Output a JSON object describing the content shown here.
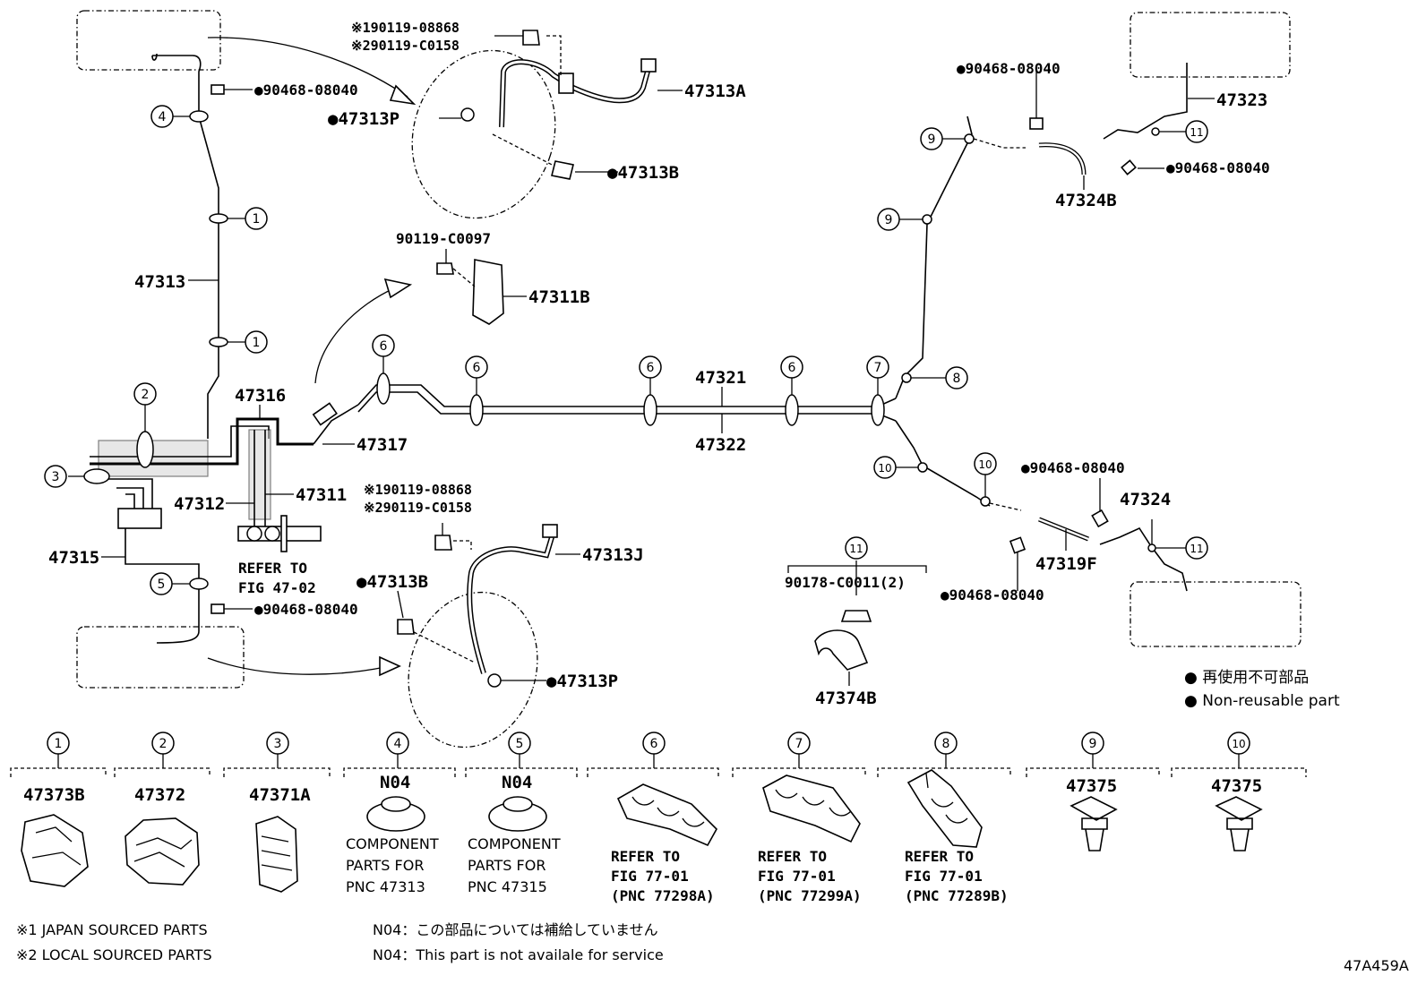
{
  "diagram": {
    "code": "47A459A",
    "part_labels": {
      "p47313": "47313",
      "p47313A": "47313A",
      "p47313P_top": "●47313P",
      "p47313B_top": "●47313B",
      "p47313B_bot": "●47313B",
      "p47313P_bot": "●47313P",
      "p47313J": "47313J",
      "p47311B": "47311B",
      "c90119_0097": "90119-C0097",
      "p47316": "47316",
      "p47317": "47317",
      "p47312": "47312",
      "p47311": "47311",
      "p47315": "47315",
      "p47321": "47321",
      "p47322": "47322",
      "p47323": "47323",
      "p47324B": "47324B",
      "p47324": "47324",
      "p47319F": "47319F",
      "p47374B": "47374B",
      "c90178": "90178-C0011(2)",
      "c90468_a": "●90468-08040",
      "c90468_b": "●90468-08040",
      "c90468_c": "●90468-08040",
      "c90468_d": "●90468-08040",
      "c90468_e": "●90468-08040",
      "c90468_f": "●90468-08040",
      "top_note1": "※190119-08868",
      "top_note2": "※290119-C0158",
      "mid_note1": "※190119-08868",
      "mid_note2": "※290119-C0158",
      "refer_line1": "REFER TO",
      "refer_line2": "FIG 47-02"
    },
    "callouts": {
      "c1": "1",
      "c2": "2",
      "c3": "3",
      "c4": "4",
      "c5": "5",
      "c6": "6",
      "c7": "7",
      "c8": "8",
      "c9": "9",
      "c10": "10",
      "c11": "11"
    },
    "legend": {
      "jp": "● 再使用不可部品",
      "en": "● Non-reusable part"
    },
    "bottom_parts": [
      {
        "num": "1",
        "label": "47373B",
        "desc": []
      },
      {
        "num": "2",
        "label": "47372",
        "desc": []
      },
      {
        "num": "3",
        "label": "47371A",
        "desc": []
      },
      {
        "num": "4",
        "label": "N04",
        "desc": [
          "COMPONENT",
          "PARTS FOR",
          "PNC 47313"
        ]
      },
      {
        "num": "5",
        "label": "N04",
        "desc": [
          "COMPONENT",
          "PARTS FOR",
          "PNC 47315"
        ]
      },
      {
        "num": "6",
        "label": "",
        "desc": [
          "REFER TO",
          "FIG 77-01",
          "(PNC 77298A)"
        ]
      },
      {
        "num": "7",
        "label": "",
        "desc": [
          "REFER TO",
          "FIG 77-01",
          "(PNC 77299A)"
        ]
      },
      {
        "num": "8",
        "label": "",
        "desc": [
          "REFER TO",
          "FIG 77-01",
          "(PNC 77289B)"
        ]
      },
      {
        "num": "9",
        "label": "47375",
        "desc": []
      },
      {
        "num": "10",
        "label": "47375",
        "desc": []
      }
    ],
    "footnotes": {
      "f1": "※1 JAPAN SOURCED PARTS",
      "f2": "※2 LOCAL SOURCED PARTS",
      "n1": "N04：この部品については補給していません",
      "n2": "N04：This part is not availale for service"
    }
  }
}
